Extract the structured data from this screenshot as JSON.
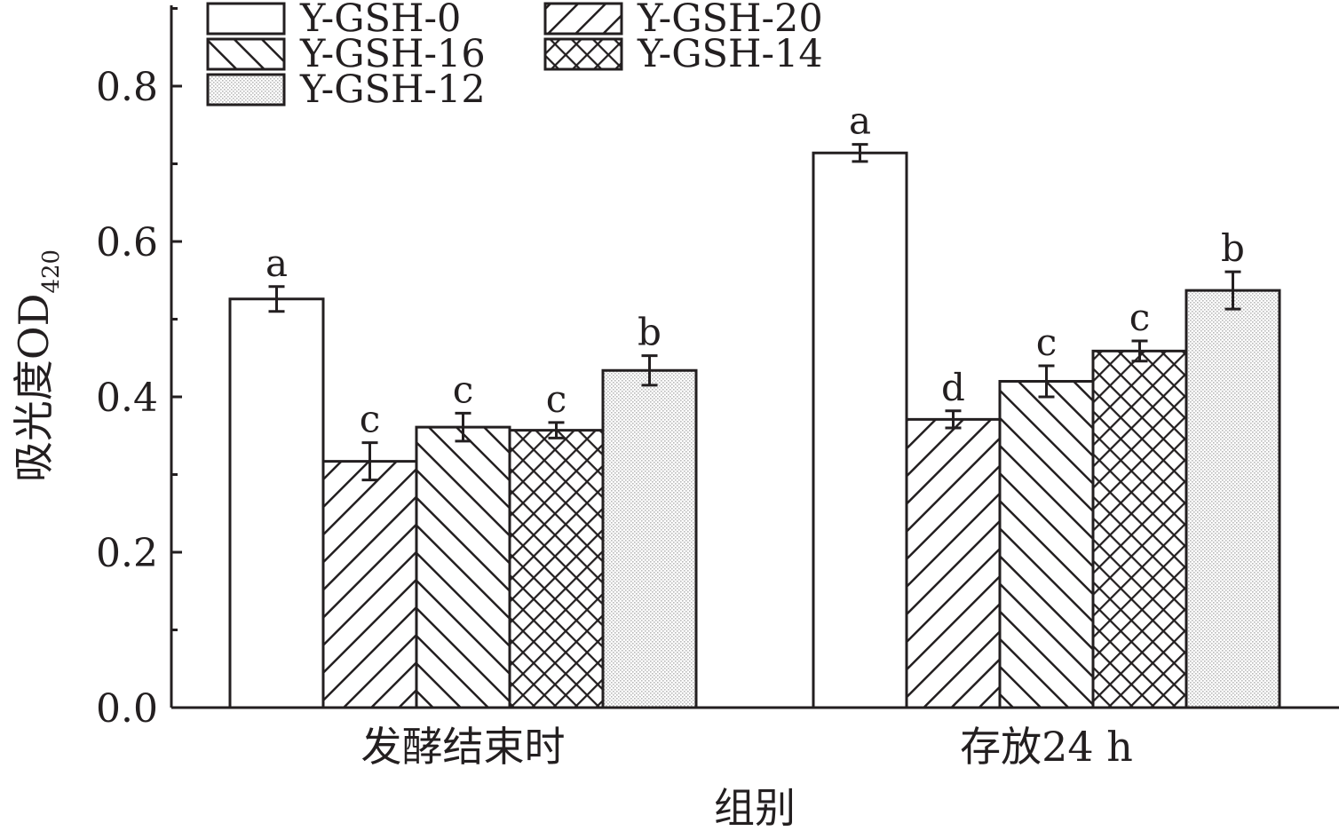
{
  "colors": {
    "ink": "#231f20",
    "background": "#ffffff",
    "dots": "#b9b9b9"
  },
  "chart_data": {
    "type": "bar",
    "xlabel": "组别",
    "ylabel": "吸光度OD",
    "ylabel_sub": "420",
    "ylim": [
      0,
      0.9
    ],
    "yticks": [
      0.0,
      0.2,
      0.4,
      0.6,
      0.8
    ],
    "ytick_labels": [
      "0.0",
      "0.2",
      "0.4",
      "0.6",
      "0.8"
    ],
    "grid": false,
    "legend_position": "top-left",
    "categories": [
      "发酵结束时",
      "存放24 h"
    ],
    "series": [
      {
        "name": "Y-GSH-0",
        "pattern": "open",
        "values": [
          0.526,
          0.714
        ],
        "errors": [
          0.016,
          0.011
        ],
        "labels": [
          "a",
          "a"
        ]
      },
      {
        "name": "Y-GSH-20",
        "pattern": "hatch-up",
        "values": [
          0.317,
          0.371
        ],
        "errors": [
          0.024,
          0.011
        ],
        "labels": [
          "c",
          "d"
        ]
      },
      {
        "name": "Y-GSH-16",
        "pattern": "hatch-dn",
        "values": [
          0.361,
          0.42
        ],
        "errors": [
          0.018,
          0.02
        ],
        "labels": [
          "c",
          "c"
        ]
      },
      {
        "name": "Y-GSH-14",
        "pattern": "cross",
        "values": [
          0.357,
          0.459
        ],
        "errors": [
          0.01,
          0.013
        ],
        "labels": [
          "c",
          "c"
        ]
      },
      {
        "name": "Y-GSH-12",
        "pattern": "dots",
        "values": [
          0.434,
          0.537
        ],
        "errors": [
          0.019,
          0.024
        ],
        "labels": [
          "b",
          "b"
        ]
      }
    ]
  }
}
